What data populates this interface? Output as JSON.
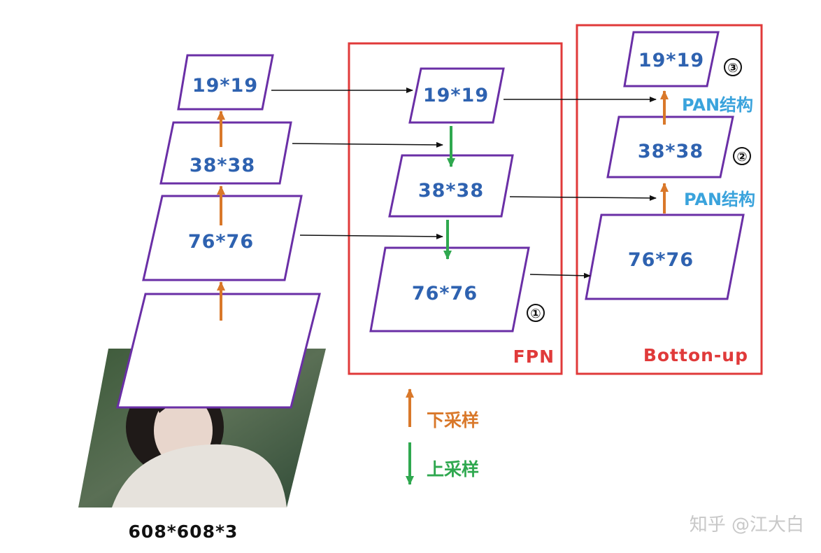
{
  "backbone": {
    "input_label": "608*608*3",
    "levels": [
      "76*76",
      "38*38",
      "19*19"
    ]
  },
  "fpn": {
    "title": "FPN",
    "levels": [
      "19*19",
      "38*38",
      "76*76"
    ],
    "marker": "①"
  },
  "bottom_up": {
    "title": "Botton-up",
    "levels": [
      "19*19",
      "38*38",
      "76*76"
    ],
    "pan_labels": [
      "PAN结构",
      "PAN结构"
    ],
    "markers": [
      "③",
      "②"
    ]
  },
  "legend": {
    "downsample": "下采样",
    "upsample": "上采样"
  },
  "watermark": "知乎 @江大白",
  "colors": {
    "parallelogram_border": "#6a2fa6",
    "level_text": "#2e62b0",
    "box_border": "#e03a3a",
    "downsample_arrow": "#d9782a",
    "upsample_arrow": "#2fa84f",
    "pan_text": "#3aa3dc"
  }
}
